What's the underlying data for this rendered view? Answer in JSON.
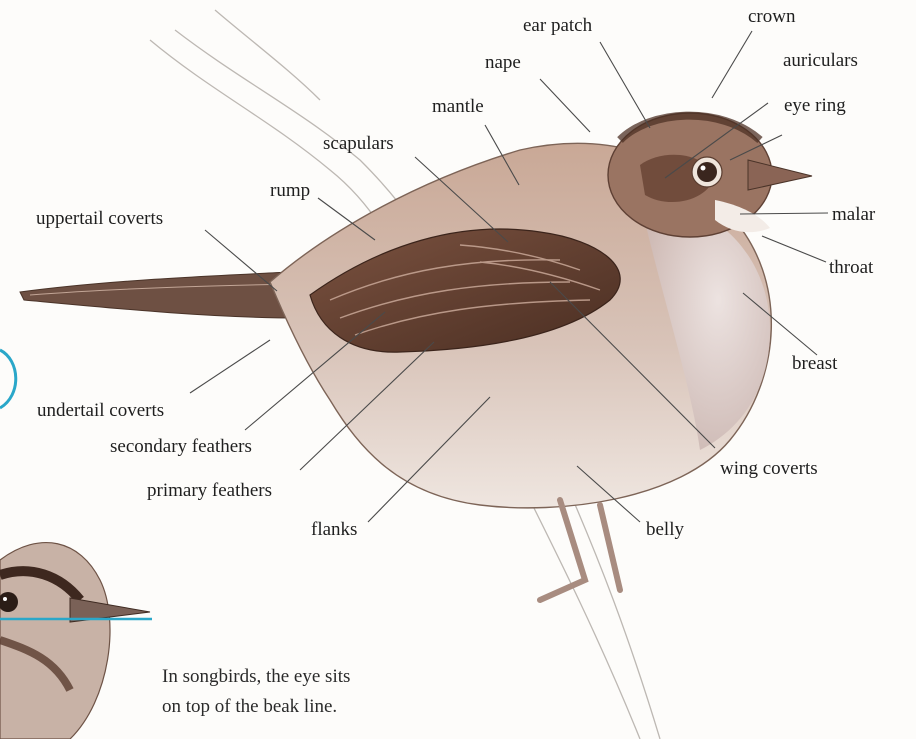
{
  "labels": {
    "crown": "crown",
    "ear_patch": "ear patch",
    "auriculars": "auriculars",
    "nape": "nape",
    "eye_ring": "eye ring",
    "mantle": "mantle",
    "scapulars": "scapulars",
    "rump": "rump",
    "uppertail_coverts": "uppertail coverts",
    "malar": "malar",
    "throat": "throat",
    "breast": "breast",
    "undertail_coverts": "undertail coverts",
    "secondary_feathers": "secondary feathers",
    "primary_feathers": "primary feathers",
    "flanks": "flanks",
    "wing_coverts": "wing coverts",
    "belly": "belly"
  },
  "caption": {
    "line1": "In songbirds, the eye sits",
    "line2": "on top of  the beak line."
  },
  "colors": {
    "line": "#4a4a4a",
    "accent_line": "#2aa7c9",
    "plumage_light": "#d9c3b6",
    "plumage_mid": "#b08a74",
    "plumage_dark": "#5b3a2a"
  }
}
